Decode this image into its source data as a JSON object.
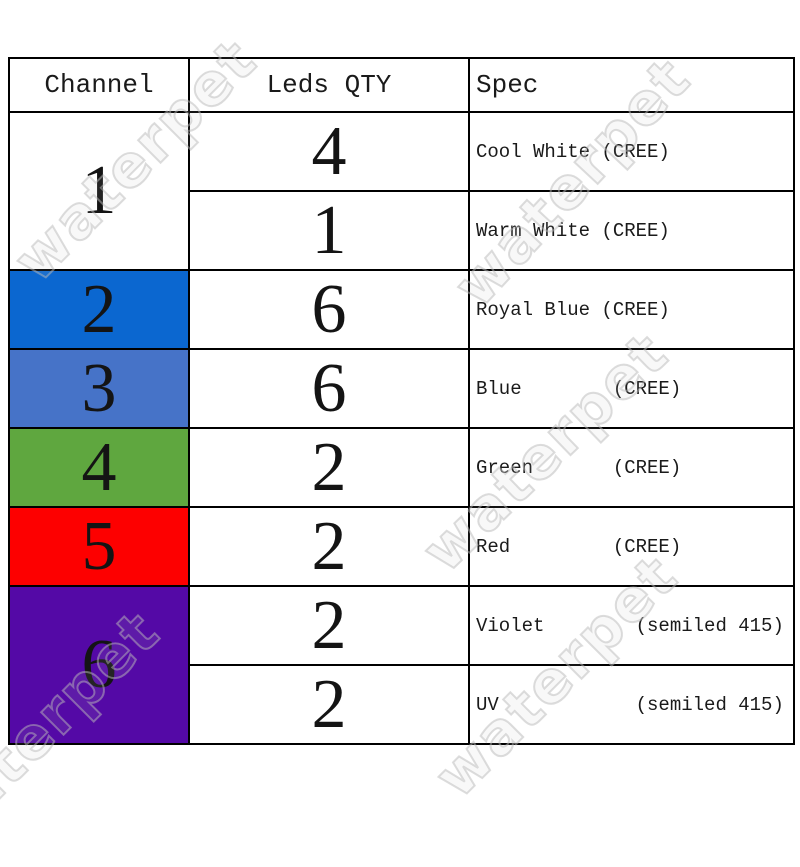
{
  "watermark": {
    "text": "waterpet"
  },
  "table": {
    "headers": [
      "Channel",
      "Leds QTY",
      "Spec"
    ],
    "channel_text_color": "#141414",
    "border_color": "#000000",
    "channels": [
      {
        "channel": "1",
        "color": "#ffffff",
        "rows": [
          {
            "qty": "4",
            "spec": "Cool White (CREE)"
          },
          {
            "qty": "1",
            "spec": "Warm White (CREE)"
          }
        ]
      },
      {
        "channel": "2",
        "color": "#0b67d0",
        "rows": [
          {
            "qty": "6",
            "spec": "Royal Blue (CREE)"
          }
        ]
      },
      {
        "channel": "3",
        "color": "#4673c8",
        "rows": [
          {
            "qty": "6",
            "spec": "Blue        (CREE)"
          }
        ]
      },
      {
        "channel": "4",
        "color": "#5fa73f",
        "rows": [
          {
            "qty": "2",
            "spec": "Green       (CREE)"
          }
        ]
      },
      {
        "channel": "5",
        "color": "#fd0000",
        "rows": [
          {
            "qty": "2",
            "spec": "Red         (CREE)"
          }
        ]
      },
      {
        "channel": "6",
        "color": "#5409a6",
        "rows": [
          {
            "qty": "2",
            "spec": "Violet        (semiled 415)"
          },
          {
            "qty": "2",
            "spec": "UV            (semiled 415)"
          }
        ]
      }
    ]
  }
}
